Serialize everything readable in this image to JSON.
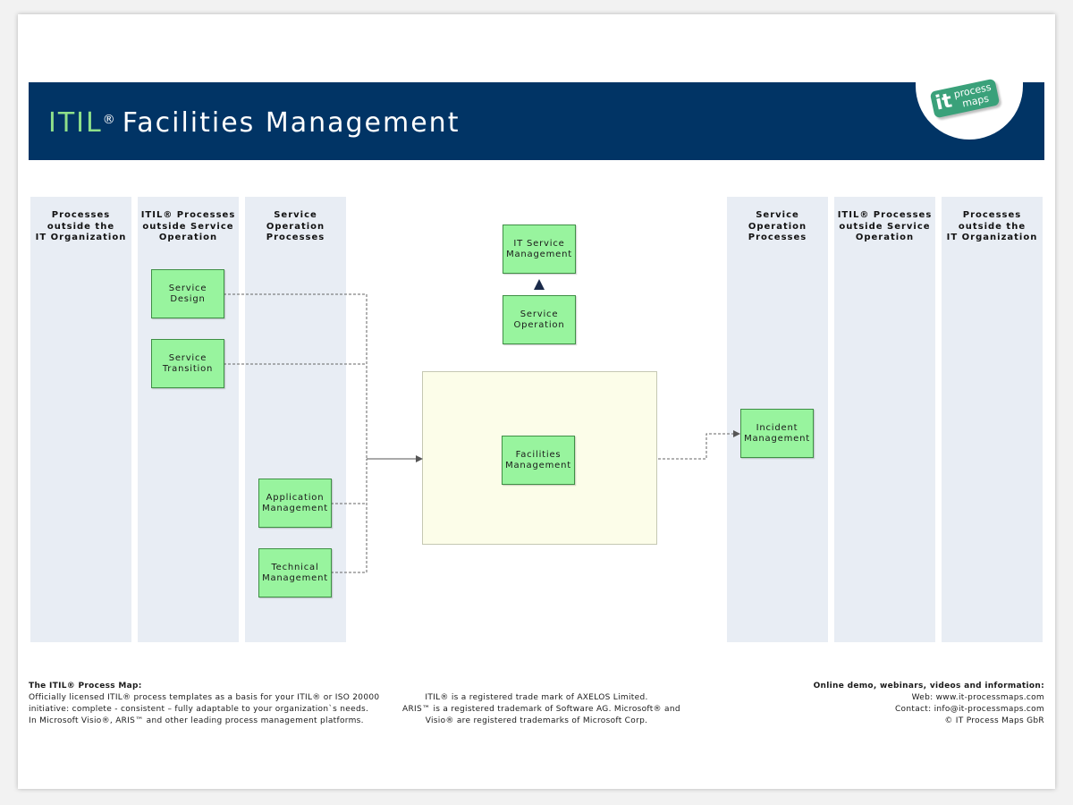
{
  "header": {
    "itil": "ITIL",
    "reg": "®",
    "title": "Facilities Management",
    "logo_it": "it",
    "logo_process": "process",
    "logo_maps": "maps"
  },
  "lanes_left": [
    "Processes\noutside the\nIT Organization",
    "ITIL® Processes\noutside Service\nOperation",
    "Service\nOperation\nProcesses"
  ],
  "lanes_right": [
    "Service\nOperation\nProcesses",
    "ITIL® Processes\noutside Service\nOperation",
    "Processes\noutside the\nIT Organization"
  ],
  "boxes": {
    "it_service_management": "IT Service\nManagement",
    "service_operation": "Service\nOperation",
    "service_design": "Service\nDesign",
    "service_transition": "Service\nTransition",
    "application_management": "Application\nManagement",
    "technical_management": "Technical\nManagement",
    "facilities_management": "Facilities\nManagement",
    "incident_management": "Incident\nManagement"
  },
  "colors": {
    "header": "#013465",
    "itil_accent": "#8fe08a",
    "lane": "#e8edf4",
    "process_box": "#98f49e",
    "focus_area": "#fcfde9",
    "logo": "#3aa17a"
  },
  "footer": {
    "left_title": "The ITIL® Process Map:",
    "left_lines": [
      "Officially licensed ITIL® process templates as a basis for your ITIL® or ISO 20000",
      "initiative: complete - consistent – fully adaptable to your organization`s needs.",
      "In Microsoft Visio®, ARIS™ and other leading process management platforms."
    ],
    "center_lines": [
      "ITIL® is a registered trade mark of AXELOS Limited.",
      "ARIS™ is a  registered trademark of Software AG. Microsoft® and",
      "Visio® are registered trademarks of Microsoft Corp."
    ],
    "right_title": "Online demo, webinars, videos and information:",
    "right_lines": [
      "Web: www.it-processmaps.com",
      "Contact: info@it-processmaps.com",
      "© IT Process Maps GbR"
    ]
  }
}
